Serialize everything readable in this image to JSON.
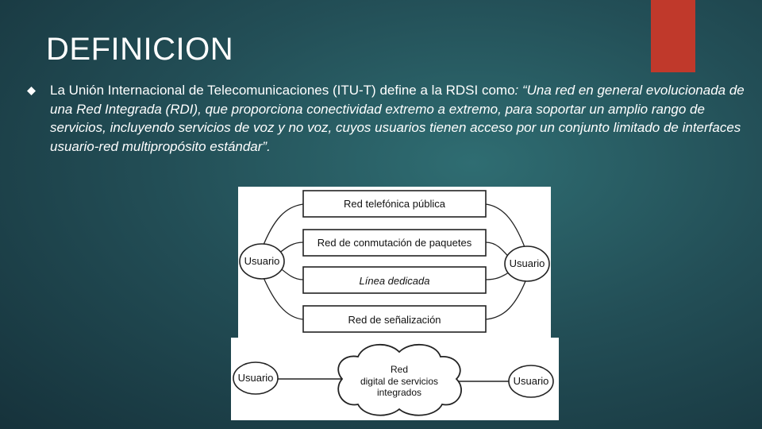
{
  "slide": {
    "title": "DEFINICION",
    "accent_color": "#c0392b",
    "bullet_icon": "diamond-bullet-icon",
    "body_plain": "La Unión Internacional de Telecomunicaciones (ITU-T) define a la RDSI como",
    "body_quote": ": “Una red en general evolucionada de una Red Integrada (RDI), que proporciona conectividad extremo a extremo, para soportar un amplio rango de servicios, incluyendo servicios de voz y no voz, cuyos usuarios tienen acceso por un conjunto limitado de interfaces usuario-red multipropósito estándar”."
  },
  "figure_top": {
    "left_user": "Usuario",
    "right_user": "Usuario",
    "networks": [
      "Red telefónica pública",
      "Red de conmutación de paquetes",
      "Línea dedicada",
      "Red de señalización"
    ]
  },
  "figure_bottom": {
    "left_user": "Usuario",
    "right_user": "Usuario",
    "cloud_lines": [
      "Red",
      "digital de servicios",
      "integrados"
    ]
  }
}
